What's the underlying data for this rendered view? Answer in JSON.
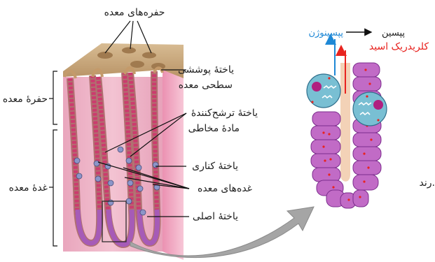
{
  "labels": {
    "gastric_pits": "حفره‌های معده",
    "surface_mucous_cell_1": "یاختهٔ پوششی",
    "surface_mucous_cell_2": "سطحی معده",
    "gastric_pit_side": "حفرهٔ معده",
    "mucous_secreting_1": "یاختهٔ ترشح‌کنندهٔ",
    "mucous_secreting_2": "مادهٔ مخاطی",
    "gastric_gland_side": "غدهٔ معده",
    "parietal_cell": "یاختهٔ کناری",
    "gastric_glands": "غده‌های معده",
    "chief_cell": "یاختهٔ اصلی",
    "pepsin": "پپسین",
    "pepsinogen": "پپسینوژن",
    "hcl": "کلریدریک اسید",
    "cut_text": "رند."
  },
  "colors": {
    "pepsinogen": "#1e88d6",
    "hcl": "#e8231f",
    "tissue_pink": "#f2b8c9",
    "cell_purple": "#c16bc6",
    "surface_tan": "#c9a77a"
  }
}
